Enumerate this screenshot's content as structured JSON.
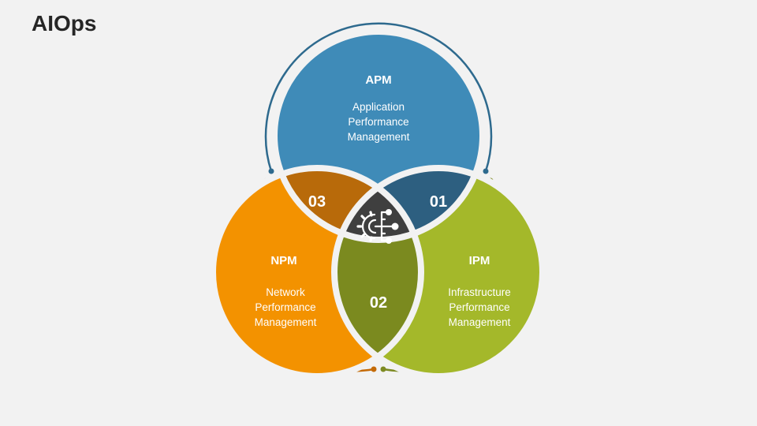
{
  "title": "AIOps",
  "colors": {
    "background": "#f2f2f2",
    "apm": "#3f8bb8",
    "apm_ring": "#2e6a8e",
    "npm": "#f39200",
    "npm_ring": "#c46a06",
    "ipm": "#a4b82a",
    "ipm_ring": "#7d8a22",
    "overlap_01": "#2d5f80",
    "overlap_02": "#7b8a1f",
    "overlap_03": "#b86a0a",
    "center": "#3f3f3f"
  },
  "circles": [
    {
      "id": "apm",
      "title": "APM",
      "lines": [
        "Application",
        "Performance",
        "Management"
      ]
    },
    {
      "id": "npm",
      "title": "NPM",
      "lines": [
        "Network",
        "Performance",
        "Management"
      ]
    },
    {
      "id": "ipm",
      "title": "IPM",
      "lines": [
        "Infrastructure",
        "Performance",
        "Management"
      ]
    }
  ],
  "overlaps": [
    {
      "id": "01",
      "label": "01"
    },
    {
      "id": "02",
      "label": "02"
    },
    {
      "id": "03",
      "label": "03"
    }
  ],
  "center_icon": "gear-network-icon"
}
